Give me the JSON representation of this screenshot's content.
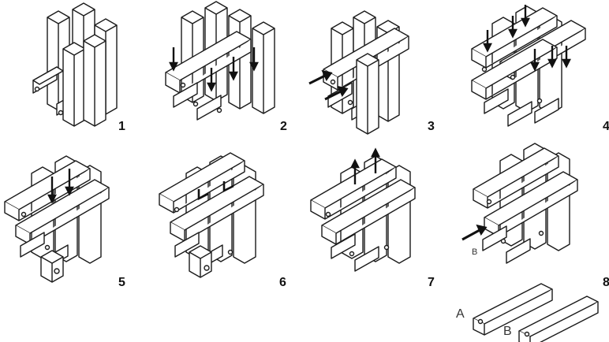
{
  "steps": [
    {
      "number": "1"
    },
    {
      "number": "2"
    },
    {
      "number": "3"
    },
    {
      "number": "4"
    },
    {
      "number": "5"
    },
    {
      "number": "6"
    },
    {
      "number": "7"
    },
    {
      "number": "8"
    }
  ],
  "labels": {
    "arrow_label_b": "B",
    "piece_a": "A",
    "piece_b": "B"
  },
  "colors": {
    "ink": "#1a1a1a",
    "face_top": "#ffffff",
    "face_side": "#f2f2f2",
    "arrow": "#111111"
  }
}
